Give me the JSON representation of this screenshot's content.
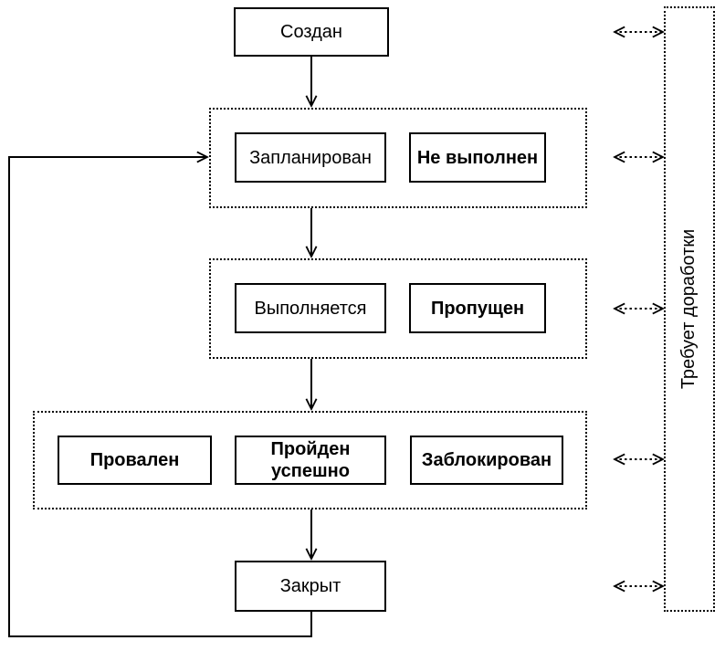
{
  "colors": {
    "line": "#000000",
    "background": "#ffffff"
  },
  "nodes": {
    "created": "Создан",
    "planned": "Запланирован",
    "not_executed": "Не выполнен",
    "executing": "Выполняется",
    "skipped": "Пропущен",
    "failed": "Провален",
    "passed": {
      "lines": [
        "Пройден",
        "успешно"
      ]
    },
    "blocked": "Заблокирован",
    "closed": "Закрыт",
    "needs_rework": "Требует доработки"
  }
}
